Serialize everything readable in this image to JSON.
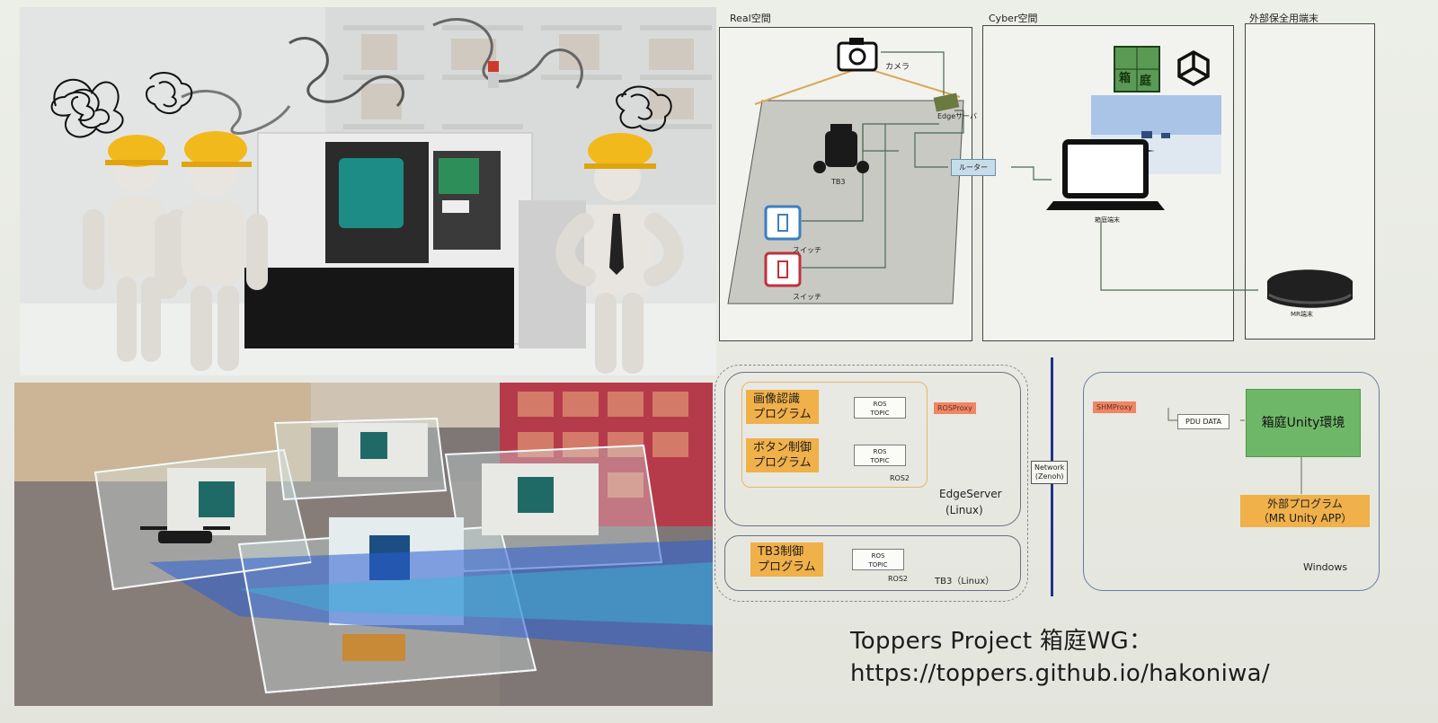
{
  "diagram": {
    "headers": {
      "real": "Real空間",
      "cyber": "Cyber空間",
      "external": "外部保全用端末"
    },
    "real_labels": {
      "camera": "カメラ",
      "edge": "Edgeサーバ",
      "robot": "TB3",
      "switch1": "スイッチ",
      "switch2": "スイッチ",
      "router": "ルーター"
    },
    "cyber_labels": {
      "logo_top": "箱",
      "logo_bottom": "庭",
      "terminal": "箱庭端末"
    },
    "external_labels": {
      "mr": "MR端末"
    },
    "edge_server": {
      "prog1": [
        "画像認識",
        "プログラム"
      ],
      "prog2": [
        "ボタン制御",
        "プログラム"
      ],
      "ros_topic_a": [
        "ROS",
        "TOPIC"
      ],
      "ros_topic_b": [
        "ROS",
        "TOPIC"
      ],
      "ros2": "ROS2",
      "proxy": "ROSProxy",
      "name": "EdgeServer",
      "os": "(Linux)"
    },
    "tb3": {
      "prog": [
        "TB3制御",
        "プログラム"
      ],
      "ros_topic": [
        "ROS",
        "TOPIC"
      ],
      "ros2": "ROS2",
      "name": "TB3（Linux）"
    },
    "network": [
      "Network",
      "(Zenoh)"
    ],
    "windows": {
      "proxy": "SHMProxy",
      "pdu": "PDU DATA",
      "unity": "箱庭Unity環境",
      "app": [
        "外部プログラム",
        "（MR Unity APP）"
      ],
      "name": "Windows"
    }
  },
  "credit": {
    "line1": "Toppers Project 箱庭WG：",
    "line2": "https://toppers.github.io/hakoniwa/"
  },
  "colors": {
    "orange": "#f0b04a",
    "green": "#6fb768",
    "proxy": "#ee8666",
    "router": "#c7dcea",
    "network_line": "#22318c"
  }
}
